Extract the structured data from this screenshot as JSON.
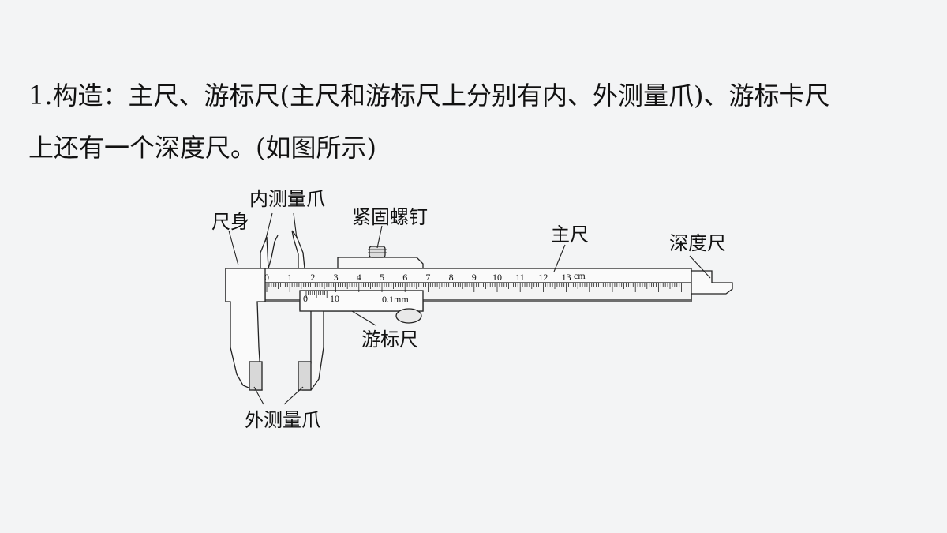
{
  "text": {
    "line1": "1.构造：主尺、游标尺(主尺和游标尺上分别有内、外测量爪)、游标卡尺",
    "line2": "上还有一个深度尺。(如图所示)"
  },
  "figure": {
    "labels": {
      "ruler_body": "尺身",
      "inner_jaws": "内测量爪",
      "lock_screw": "紧固螺钉",
      "main_scale": "主尺",
      "depth_rod": "深度尺",
      "vernier": "游标尺",
      "outer_jaws": "外测量爪"
    },
    "main_scale_numbers": [
      "0",
      "1",
      "2",
      "3",
      "4",
      "5",
      "6",
      "7",
      "8",
      "9",
      "10",
      "11",
      "12",
      "13"
    ],
    "unit": "cm",
    "vernier_numbers": [
      "0",
      "10"
    ],
    "vernier_precision": "0.1mm"
  }
}
